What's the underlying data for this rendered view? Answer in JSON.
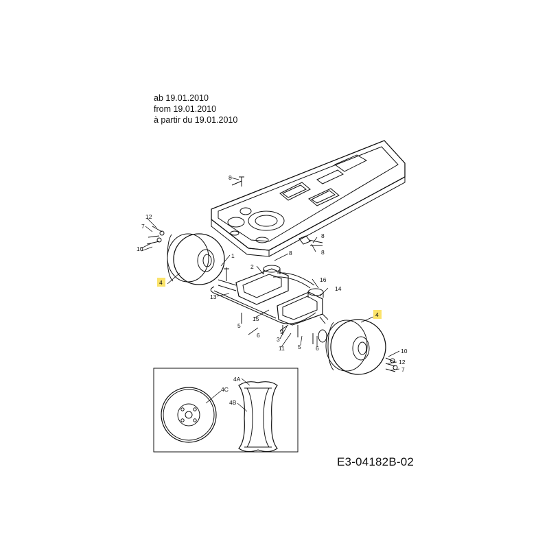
{
  "header": {
    "lines": [
      "ab 19.01.2010",
      "from 19.01.2010",
      "à partir du 19.01.2010"
    ]
  },
  "drawing_code": "E3-04182B-02",
  "callouts": {
    "main": [
      "1",
      "2",
      "3",
      "4",
      "4",
      "5",
      "5",
      "6",
      "6",
      "7",
      "7",
      "8",
      "8",
      "8",
      "9",
      "10",
      "10",
      "11",
      "12",
      "12",
      "13",
      "14",
      "15",
      "16"
    ],
    "detail": [
      "4A",
      "4B",
      "4C"
    ]
  },
  "colors": {
    "highlight": "#fbe36a",
    "line": "#111111"
  }
}
